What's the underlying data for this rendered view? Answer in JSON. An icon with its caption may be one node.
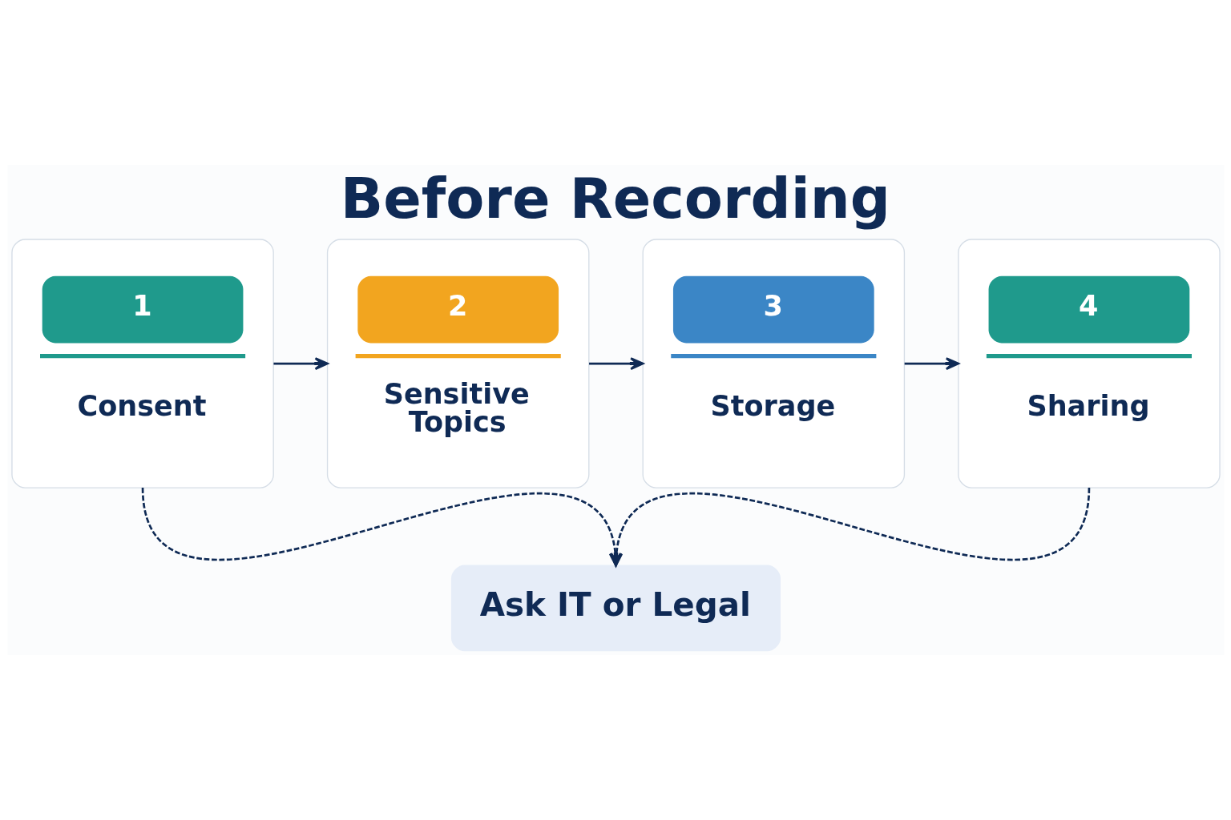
{
  "diagram": {
    "title": "Before Recording",
    "nodes": [
      {
        "text": [
          "1",
          "Consent"
        ]
      },
      {
        "text": [
          "2",
          "Sensitive Topics"
        ]
      },
      {
        "text": [
          "3",
          "Storage"
        ]
      },
      {
        "text": [
          "4",
          "Sharing"
        ]
      },
      {
        "text": [
          "Ask IT or Legal"
        ]
      }
    ],
    "edges": [
      {
        "from": 0,
        "to": 1,
        "arrow": "to"
      },
      {
        "from": 1,
        "to": 2,
        "arrow": "to"
      },
      {
        "from": 2,
        "to": 3,
        "arrow": "to"
      },
      {
        "from": 0,
        "to": 4,
        "arrow": "to",
        "style": "dashed"
      },
      {
        "from": 3,
        "to": 4,
        "arrow": "to",
        "style": "dashed"
      }
    ]
  }
}
